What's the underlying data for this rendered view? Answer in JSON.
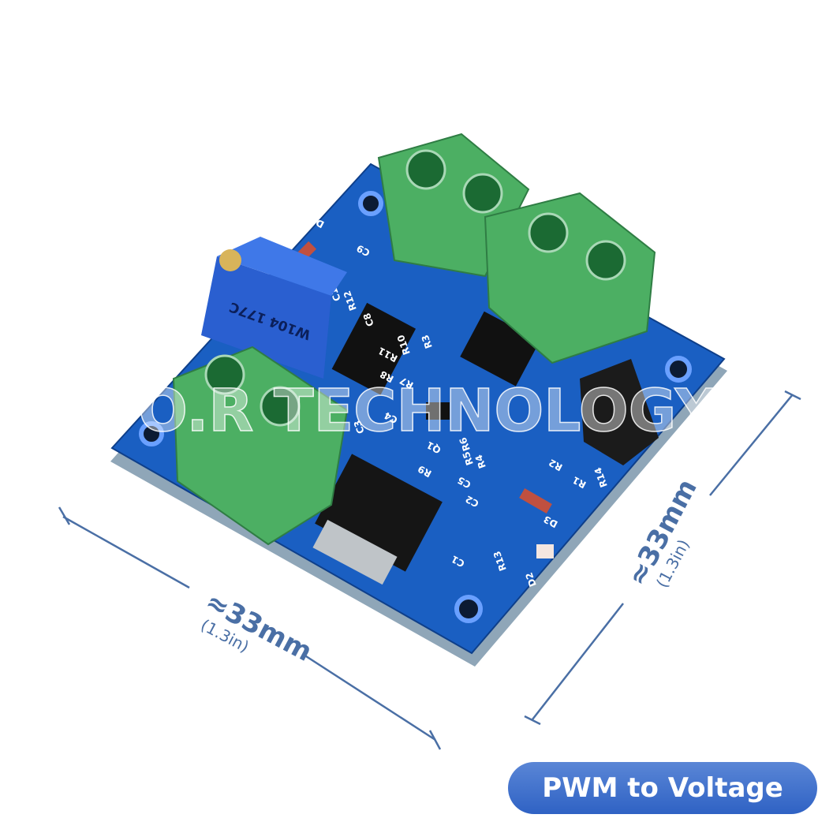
{
  "product_label": "PWM to Voltage",
  "watermark": "O.R TECHNOLOGY",
  "dimensions": {
    "width": {
      "value": "≈33mm",
      "imperial": "(1.3in)"
    },
    "height": {
      "value": "≈33mm",
      "imperial": "(1.3in)"
    }
  },
  "silkscreen": [
    "D1",
    "C9",
    "C10",
    "R12",
    "C8",
    "R10",
    "R11",
    "R8",
    "R7",
    "R3",
    "C3",
    "C4",
    "Q1",
    "R9",
    "R5",
    "R4",
    "R6",
    "C5",
    "R2",
    "R1",
    "D3",
    "C1",
    "R13",
    "D2",
    "C2",
    "R14"
  ],
  "potentiometer_marking": "W104 177C",
  "colors": {
    "pcb": "#1a5fc2",
    "terminal": "#4caf63",
    "badge": "#3a6fd0",
    "dimension_line": "#4a6fa5"
  }
}
